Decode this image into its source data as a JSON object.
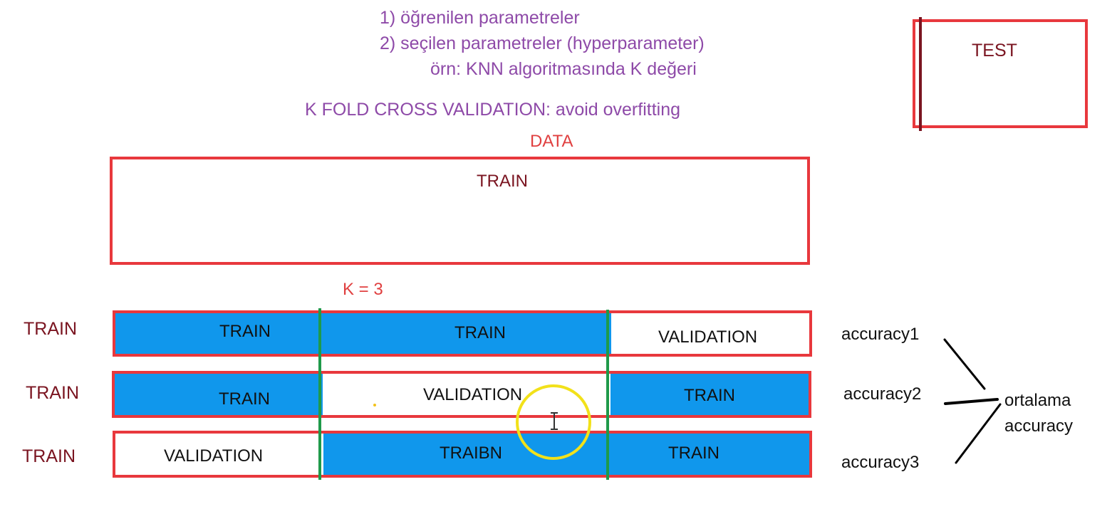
{
  "header": {
    "line1": "1) öğrenilen parametreler",
    "line2": "2) seçilen parametreler (hyperparameter)",
    "line3": "örn: KNN algoritmasında K değeri",
    "kfold_title": "K FOLD CROSS VALIDATION: avoid overfitting"
  },
  "test_box": {
    "label": "TEST"
  },
  "data_label": "DATA",
  "train_box": {
    "label": "TRAIN"
  },
  "k_label": "K = 3",
  "folds": [
    {
      "side_label": "TRAIN",
      "segments": [
        "TRAIN",
        "TRAIN",
        "VALIDATION"
      ],
      "accuracy": "accuracy1"
    },
    {
      "side_label": "TRAIN",
      "segments": [
        "TRAIN",
        "VALIDATION",
        "TRAIN"
      ],
      "accuracy": "accuracy2"
    },
    {
      "side_label": "TRAIN",
      "segments": [
        "VALIDATION",
        "TRAIBN",
        "TRAIN"
      ],
      "accuracy": "accuracy3"
    }
  ],
  "result": {
    "line1": "ortalama",
    "line2": "accuracy"
  },
  "colors": {
    "border_red": "#e8383d",
    "fold_blue": "#1097ec",
    "divider_green": "#1f9a4a",
    "text_purple": "#8e4aa8",
    "text_darkred": "#7a1420",
    "cursor_highlight": "#f2e11a"
  },
  "icons": {
    "cursor": "text-cursor-icon",
    "highlight": "cursor-highlight-ring"
  }
}
